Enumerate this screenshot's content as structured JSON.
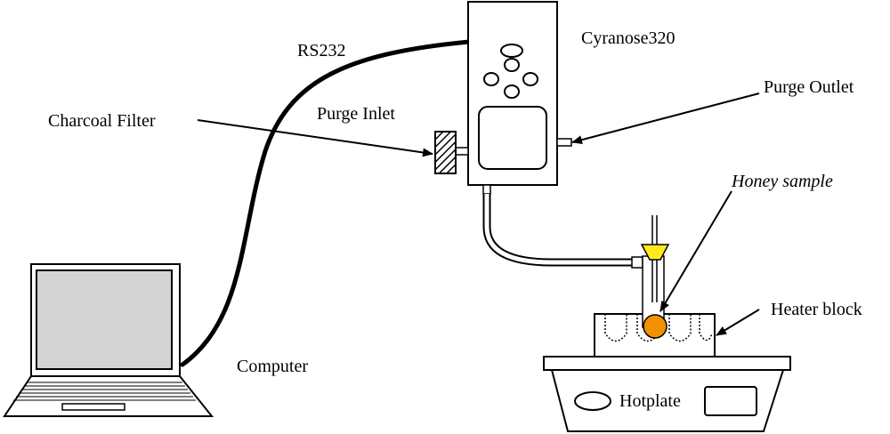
{
  "labels": {
    "device": "Cyranose320",
    "cable": "RS232",
    "purge_outlet": "Purge Outlet",
    "purge_inlet": "Purge Inlet",
    "charcoal_filter": "Charcoal Filter",
    "honey_sample": "Honey sample",
    "heater_block": "Heater block",
    "computer": "Computer",
    "hotplate": "Hotplate"
  },
  "colors": {
    "line": "#000000",
    "funnel": "#ffeb1a",
    "sample": "#f29200",
    "screen": "#d4d4d4"
  }
}
